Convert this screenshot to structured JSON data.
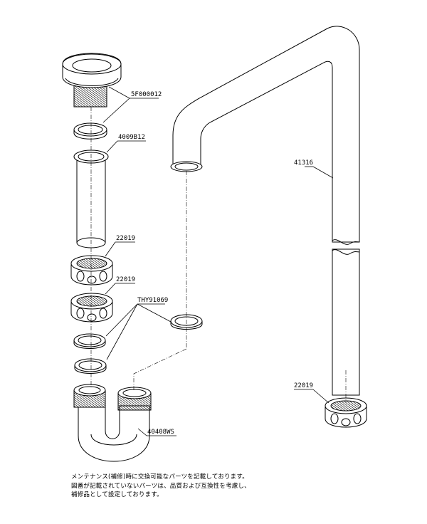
{
  "parts": {
    "drain_fitting": "5F000012",
    "gasket_top": "4009B12",
    "nut_upper": "22019",
    "nut_lower": "22019",
    "packing_group": "THY91069",
    "trap": "40408WS",
    "outlet_pipe": "41316",
    "nut_right": "22019"
  },
  "notes": [
    "メンテナンス(補修)時に交換可能なパーツを記載しております。",
    "図番が記載されていないパーツは、品質および互換性を考慮し、",
    "補修品として設定しております。"
  ]
}
